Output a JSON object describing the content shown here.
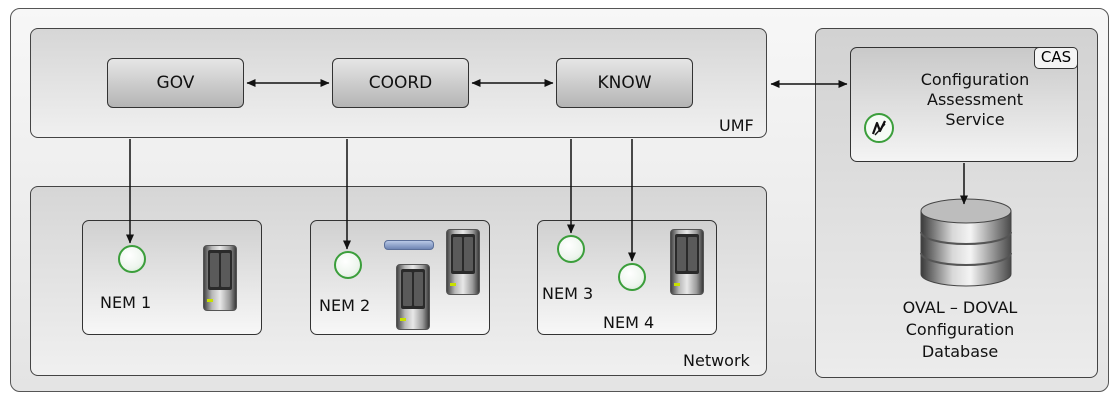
{
  "umf": {
    "label": "UMF",
    "components": {
      "gov": "GOV",
      "coord": "COORD",
      "know": "KNOW"
    }
  },
  "network": {
    "label": "Network",
    "nems": [
      "NEM 1",
      "NEM 2",
      "NEM 3",
      "NEM 4"
    ]
  },
  "cas": {
    "tag": "CAS",
    "service_lines": [
      "Configuration",
      "Assessment",
      "Service"
    ],
    "database_lines": [
      "OVAL – DOVAL",
      "Configuration",
      "Database"
    ]
  },
  "icons": [
    "nem-circle-icon",
    "server-icon",
    "switch-icon",
    "database-icon",
    "assessment-icon"
  ],
  "colors": {
    "nem_ring": "#3b9e3b",
    "led": "#c8e000"
  }
}
